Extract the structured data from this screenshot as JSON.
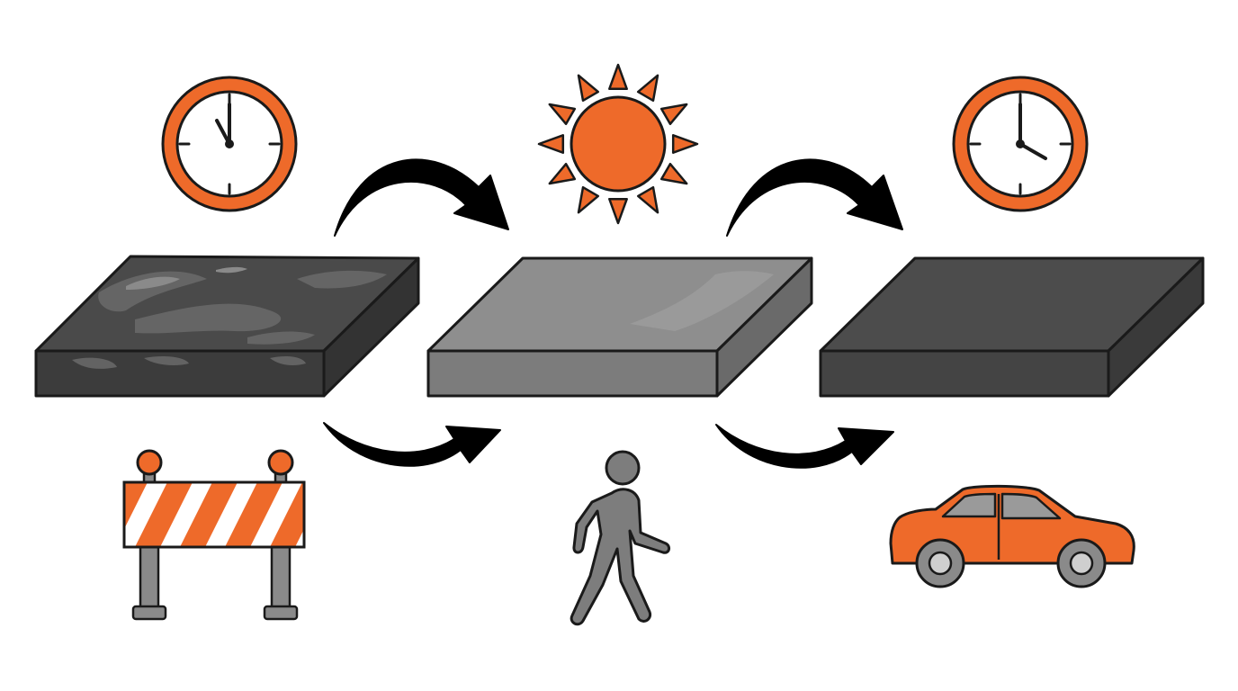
{
  "colors": {
    "background": "#ffffff",
    "accent": "#ee6a2a",
    "outline": "#1a1a1a",
    "wet_slab_top": "#4a4a4a",
    "wet_slab_sheen": "#8a8a8a",
    "drying_slab_top": "#8e8e8e",
    "cured_slab_top": "#4c4c4c",
    "figure_gray": "#7d7d7d",
    "clock_face": "#ffffff"
  },
  "stages": [
    {
      "id": "wet",
      "slab": "wet-slab",
      "top_icon": "clock-icon",
      "bottom_icon": "barrier-icon"
    },
    {
      "id": "drying",
      "slab": "drying-slab",
      "top_icon": "sun-icon",
      "bottom_icon": "pedestrian-icon"
    },
    {
      "id": "cured",
      "slab": "cured-slab",
      "top_icon": "clock-icon",
      "bottom_icon": "car-icon"
    }
  ],
  "arrows": [
    "curved-arrow-right-icon",
    "curved-arrow-right-icon",
    "curved-arrow-right-icon",
    "curved-arrow-right-icon"
  ]
}
